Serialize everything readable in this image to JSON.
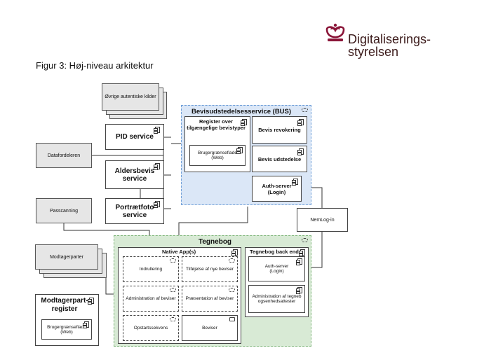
{
  "logo": {
    "line1": "Digitaliserings-",
    "line2": "styrelsen",
    "color": "#8a1538"
  },
  "figure_title": "Figur 3: Høj-niveau arkitektur",
  "colors": {
    "bus_fill": "#dbe7f7",
    "bus_border": "#6f9fd8",
    "tegnebog_fill": "#d8ead5",
    "tegnebog_border": "#7fb57a",
    "source_fill": "#e6e6e6"
  },
  "nodes": {
    "ovrige": "Øvrige autentiske kilder",
    "pid": "PID service",
    "aldersbevis": "Aldersbevis service",
    "portraetfoto": "Portrætfoto service",
    "datafordeleren": "Datafordeleren",
    "passcanning": "Passcanning",
    "modtagerparter": "Modtagerparter",
    "modtagerpartregister": "Modtagerpart-register",
    "modtager_web": "Brugergrænseflade (Web)",
    "nemlog": "NemLog-in"
  },
  "bus": {
    "title": "Bevisudstedelsesservice (BUS)",
    "register": "Register over tilgængelige bevistyper",
    "register_web": "Brugergrænseflade (Web)",
    "revokering": "Bevis revokering",
    "udstedelse": "Bevis udstedelse",
    "auth": "Auth-server (Login)"
  },
  "tegnebog": {
    "title": "Tegnebog",
    "native": "Native App(s)",
    "indrullering": "Indrullering",
    "tilfojelse": "Tilføjelse af nye beviser",
    "administration": "Administration af beviser",
    "praesentation": "Præsentation af beviser",
    "opstart": "Opstartssekvens",
    "beviser": "Beviser",
    "backend": "Tegnebog back end",
    "auth": "Auth-server (Login)",
    "admin_enhed": "Administration af tegnebogsenhedsattester"
  }
}
